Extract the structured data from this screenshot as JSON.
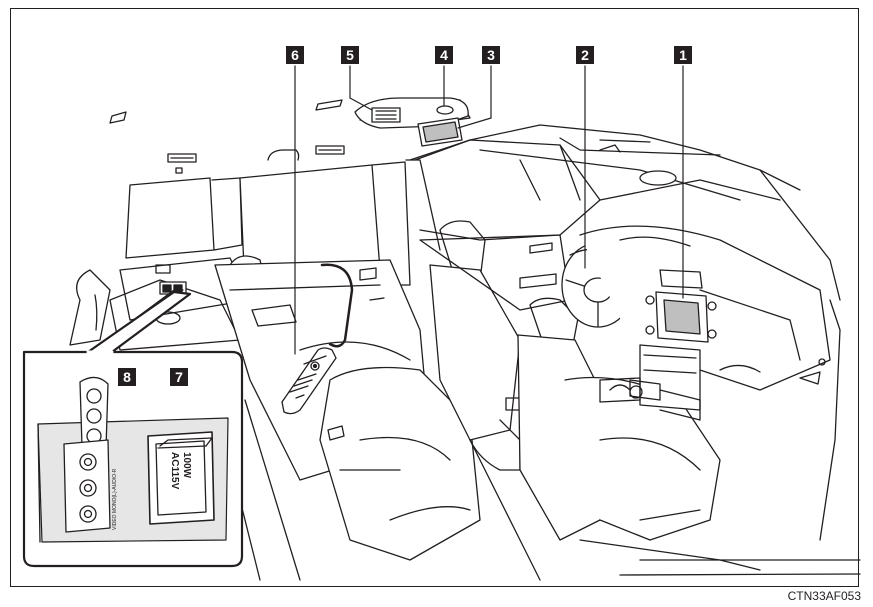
{
  "callouts": {
    "c1": "1",
    "c2": "2",
    "c3": "3",
    "c4": "4",
    "c5": "5",
    "c6": "6",
    "c7": "7",
    "c8": "8"
  },
  "inset": {
    "jack_label": "VIDEO MONO(L)-AUDIO-R",
    "card_label_1": "AC115V",
    "card_label_2": "100W"
  },
  "figure_code": "CTN33AF053"
}
